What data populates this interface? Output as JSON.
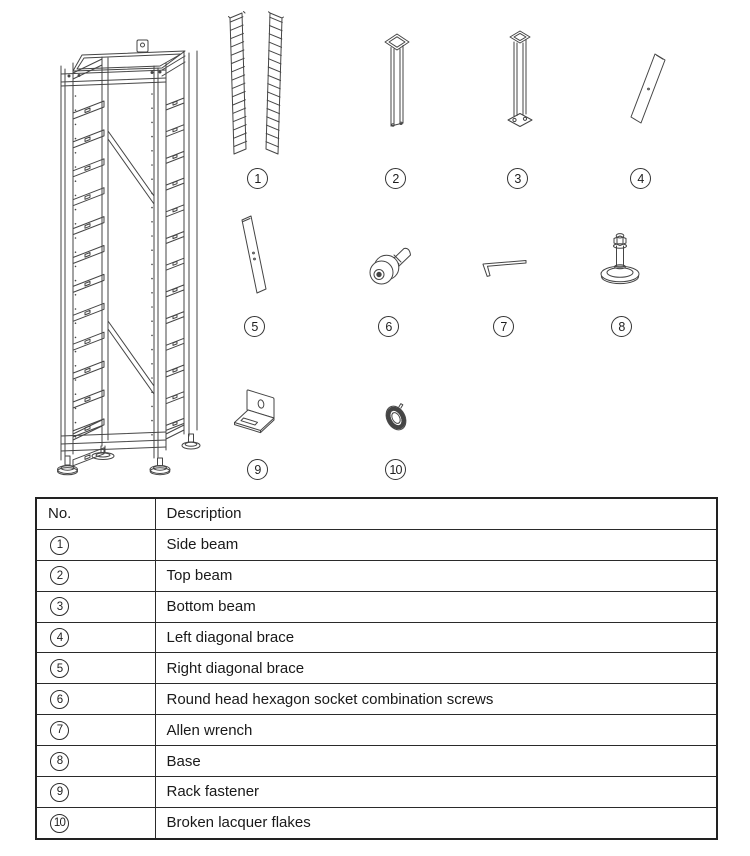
{
  "diagram": {
    "badges": [
      "1",
      "2",
      "3",
      "4",
      "5",
      "6",
      "7",
      "8",
      "9",
      "10"
    ]
  },
  "table": {
    "headers": {
      "no": "No.",
      "description": "Description"
    },
    "rows": [
      {
        "no": "1",
        "description": "Side beam"
      },
      {
        "no": "2",
        "description": "Top beam"
      },
      {
        "no": "3",
        "description": "Bottom beam"
      },
      {
        "no": "4",
        "description": "Left diagonal brace"
      },
      {
        "no": "5",
        "description": "Right diagonal brace"
      },
      {
        "no": "6",
        "description": "Round head hexagon socket combination screws"
      },
      {
        "no": "7",
        "description": "Allen wrench"
      },
      {
        "no": "8",
        "description": "Base"
      },
      {
        "no": "9",
        "description": "Rack fastener"
      },
      {
        "no": "10",
        "description": "Broken lacquer flakes"
      }
    ]
  }
}
